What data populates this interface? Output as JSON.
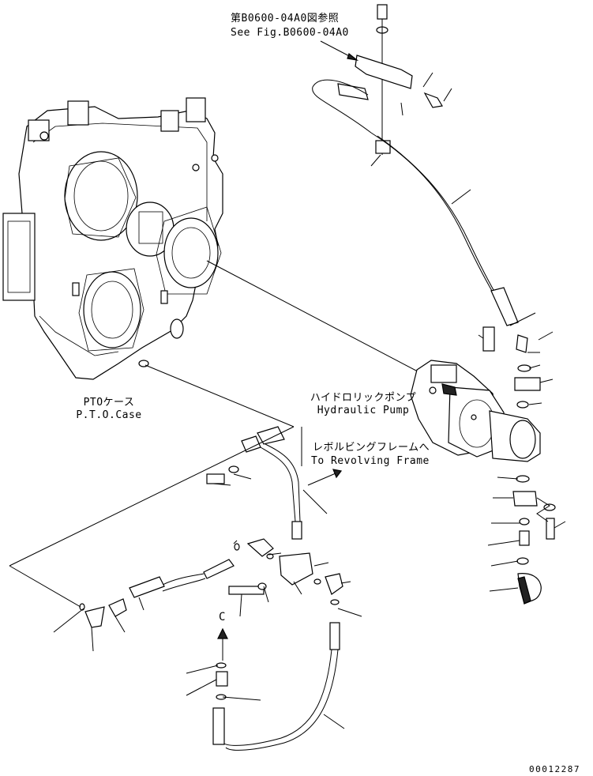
{
  "references": {
    "see_fig_ja": "第B0600-04A0図参照",
    "see_fig_en": "See Fig.B0600-04A0"
  },
  "components": {
    "pto_case_ja": "PTOケース",
    "pto_case_en": "P.T.O.Case",
    "hydraulic_pump_ja": "ハイドロリックポンプ",
    "hydraulic_pump_en": "Hydraulic Pump",
    "revolving_frame_ja": "レボルビングフレームへ",
    "revolving_frame_en": "To Revolving Frame"
  },
  "view_marker": "C",
  "drawing_number": "00012287"
}
